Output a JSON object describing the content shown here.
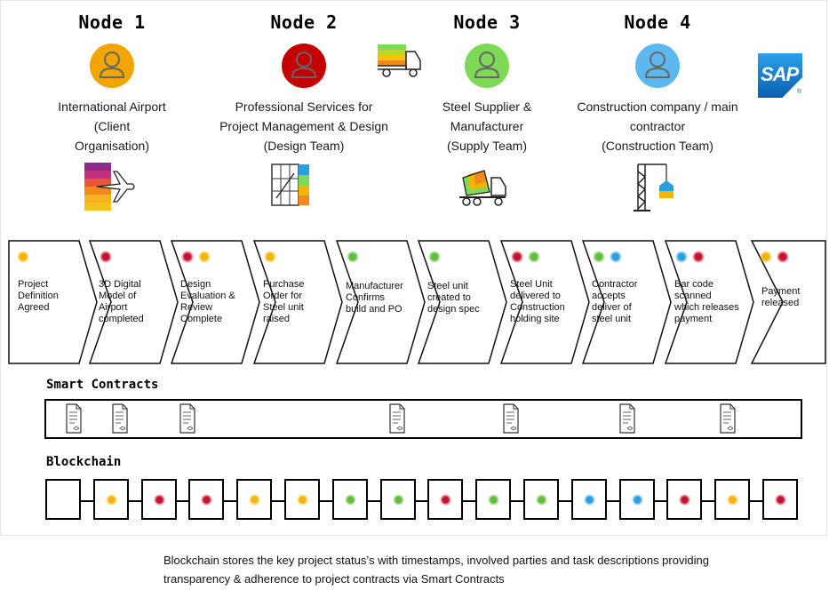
{
  "colors": {
    "yellow": "#f5b400",
    "red": "#c8102e",
    "green": "#5fbf3a",
    "blue": "#2a9fe0",
    "node1": "#f0a500",
    "node2": "#c40000",
    "node3": "#7ed957",
    "node4": "#5cb8ee"
  },
  "nodes": [
    {
      "title": "Node 1",
      "label_lines": [
        "International Airport",
        "(Client",
        "Organisation)"
      ],
      "icon": "airplane-icon",
      "color": "node1"
    },
    {
      "title": "Node 2",
      "label_lines": [
        "Professional Services for",
        "Project Management & Design",
        "(Design Team)"
      ],
      "icon": "map-icon",
      "color": "node2"
    },
    {
      "title": "Node 3",
      "label_lines": [
        "Steel Supplier &",
        "Manufacturer",
        "(Supply Team)"
      ],
      "icon": "concrete-mixer-truck-icon",
      "color": "node3"
    },
    {
      "title": "Node 4",
      "label_lines": [
        "Construction company / main",
        "contractor",
        "(Construction Team)"
      ],
      "icon": "crane-icon",
      "color": "node4"
    }
  ],
  "extra_icons": [
    "delivery-truck-icon",
    "sap-logo"
  ],
  "sap_logo_text": "SAP",
  "process_steps": [
    {
      "text": "Project\nDefinition\nAgreed",
      "dots": [
        "yellow"
      ]
    },
    {
      "text": "3D Digital\nModel of\nAirport\ncompleted",
      "dots": [
        "red"
      ]
    },
    {
      "text": "Design\nEvaluation &\nReview\nComplete",
      "dots": [
        "red",
        "yellow"
      ]
    },
    {
      "text": "Purchase\nOrder for\nSteel unit\nraised",
      "dots": [
        "yellow"
      ]
    },
    {
      "text": "Manufacturer\nConfirms\nbuild and PO",
      "dots": [
        "green"
      ]
    },
    {
      "text": "Steel unit\ncreated to\ndesign spec",
      "dots": [
        "green"
      ]
    },
    {
      "text": "Steel Unit\ndelivered to\nConstruction\nholding site",
      "dots": [
        "red",
        "green"
      ]
    },
    {
      "text": "Contractor\naccepts\ndeliver of\nsteel unit",
      "dots": [
        "green",
        "blue"
      ]
    },
    {
      "text": "Bar code\nscanned\nwhich releases\npayment",
      "dots": [
        "blue",
        "red"
      ]
    },
    {
      "text": "Payment\nreleased",
      "dots": [
        "yellow",
        "red"
      ]
    }
  ],
  "smart_contracts": {
    "title": "Smart Contracts",
    "document_count": 7,
    "icon": "contract-document-icon"
  },
  "blockchain": {
    "title": "Blockchain",
    "blocks": [
      "",
      "yellow",
      "red",
      "red",
      "yellow",
      "yellow",
      "green",
      "green",
      "red",
      "green",
      "green",
      "blue",
      "blue",
      "red",
      "yellow",
      "red"
    ]
  },
  "caption_lines": [
    "Blockchain stores the key project status’s with timestamps, involved parties and task descriptions providing",
    "transparency & adherence to project contracts via Smart Contracts"
  ]
}
